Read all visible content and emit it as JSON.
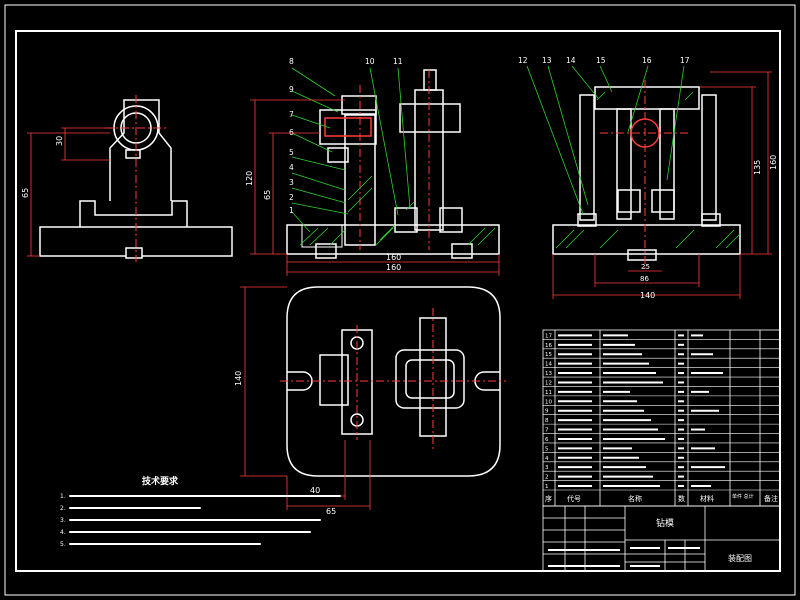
{
  "colors": {
    "background": "#000000",
    "outline": "#ffffff",
    "dimension": "#ff3b3b",
    "leader": "#2ed12e",
    "hatch": "#2ed12e",
    "center": "#ff3b3b",
    "accent": "#00e5e5",
    "magenta": "#ff40ff"
  },
  "left_view": {
    "dims": {
      "d1": "30",
      "d2": "65"
    }
  },
  "front_view": {
    "balloons": [
      "8",
      "9",
      "7",
      "6",
      "5",
      "4",
      "3",
      "2",
      "1",
      "10",
      "11"
    ],
    "dims": {
      "d1": "120",
      "d2": "65",
      "d3": "160",
      "d4": "160"
    }
  },
  "side_view": {
    "balloons": [
      "12",
      "13",
      "14",
      "15",
      "16",
      "17"
    ],
    "dims": {
      "d1": "160",
      "d2": "135",
      "d3": "25",
      "d4": "86",
      "d5": "140"
    }
  },
  "plan_view": {
    "dims": {
      "d1": "140",
      "d2": "40",
      "d3": "65"
    }
  },
  "tech_notes": {
    "title": "技术要求",
    "lines": [
      "1.",
      "2.",
      "3.",
      "4.",
      "5."
    ]
  },
  "bom": {
    "header": {
      "seq": "序",
      "code": "代号",
      "name": "名称",
      "qty": "数",
      "material": "材料",
      "weight": "单件 总计",
      "remark": "备注"
    },
    "seq_numbers": [
      "17",
      "16",
      "15",
      "14",
      "13",
      "12",
      "11",
      "10",
      "9",
      "8",
      "7",
      "6",
      "5",
      "4",
      "3",
      "2",
      "1"
    ]
  },
  "title_block": {
    "name": "钻模",
    "drawing_label": "装配图"
  }
}
